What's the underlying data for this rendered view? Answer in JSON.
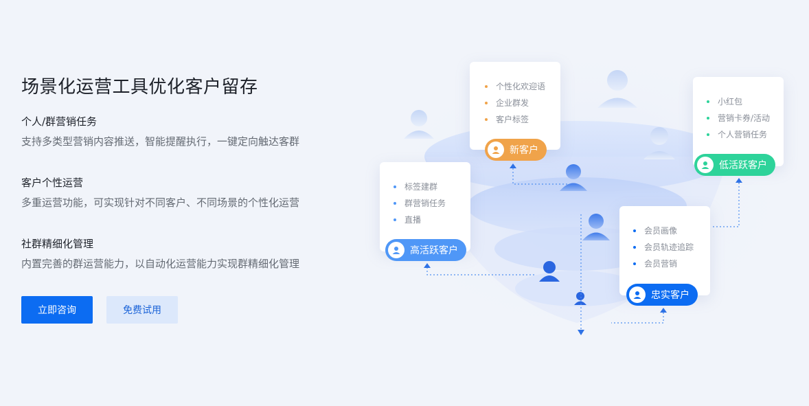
{
  "hero": {
    "title": "场景化运营工具优化客户留存",
    "features": [
      {
        "title": "个人/群营销任务",
        "desc": "支持多类型营销内容推送，智能提醒执行，一键定向触达客群"
      },
      {
        "title": "客户个性运营",
        "desc": "多重运营功能，可实现针对不同客户、不同场景的个性化运营"
      },
      {
        "title": "社群精细化管理",
        "desc": "内置完善的群运营能力，以自动化运营能力实现群精细化管理"
      }
    ],
    "primary_button": "立即咨询",
    "secondary_button": "免费试用"
  },
  "illustration": {
    "cards": {
      "new": {
        "label": "新客户",
        "items": [
          "个性化欢迎语",
          "企业群发",
          "客户标签"
        ],
        "color": "#f0a34a",
        "dot": "#f0a34a"
      },
      "low": {
        "label": "低活跃客户",
        "items": [
          "小红包",
          "营销卡券/活动",
          "个人营销任务"
        ],
        "color": "#2ed39a",
        "dot": "#2ed39a"
      },
      "high": {
        "label": "高活跃客户",
        "items": [
          "标签建群",
          "群营销任务",
          "直播"
        ],
        "color": "#4f97f7",
        "dot": "#4f97f7"
      },
      "loyal": {
        "label": "忠实客户",
        "items": [
          "会员画像",
          "会员轨迹追踪",
          "会员营销"
        ],
        "color": "#0c6cf2",
        "dot": "#0c6cf2"
      }
    },
    "colors": {
      "accent": "#0c6cf2",
      "funnel": "#8eb3f7"
    }
  }
}
